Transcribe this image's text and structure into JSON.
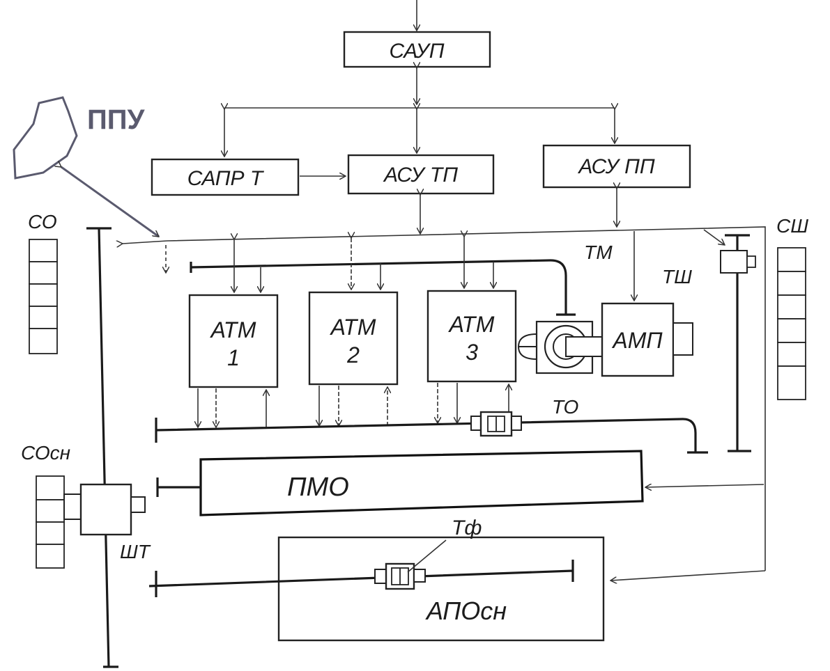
{
  "labels": {
    "saup": "САУП",
    "sapr": "САПР Т",
    "asutp": "АСУ ТП",
    "asupp": "АСУ ПП",
    "ppu": "ППУ",
    "co": "СО",
    "csh": "СШ",
    "tm": "ТМ",
    "tsh": "ТШ",
    "atm1_a": "АТМ",
    "atm1_b": "1",
    "atm2_a": "АТМ",
    "atm2_b": "2",
    "atm3_a": "АТМ",
    "atm3_b": "3",
    "amp": "АМП",
    "to": "ТО",
    "cosn": "СОсн",
    "pmo": "ПМО",
    "tf": "Тф",
    "sht": "ШТ",
    "aposn": "АПОсн"
  },
  "colors": {
    "ink": "#222222",
    "ppu_ink": "#5a5a6e",
    "paper": "#ffffff"
  }
}
